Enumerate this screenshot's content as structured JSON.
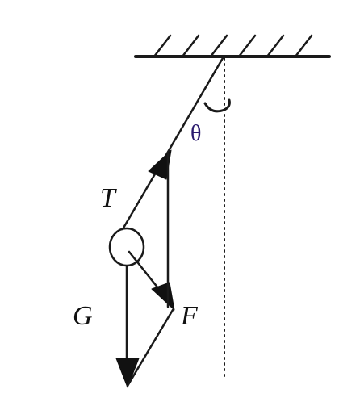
{
  "labels": {
    "tension": "T",
    "gravity": "G",
    "force": "F",
    "angle": "θ"
  },
  "colors": {
    "ink": "#1a1a1a",
    "angle_label": "#2a1a6e",
    "background": "#ffffff"
  }
}
